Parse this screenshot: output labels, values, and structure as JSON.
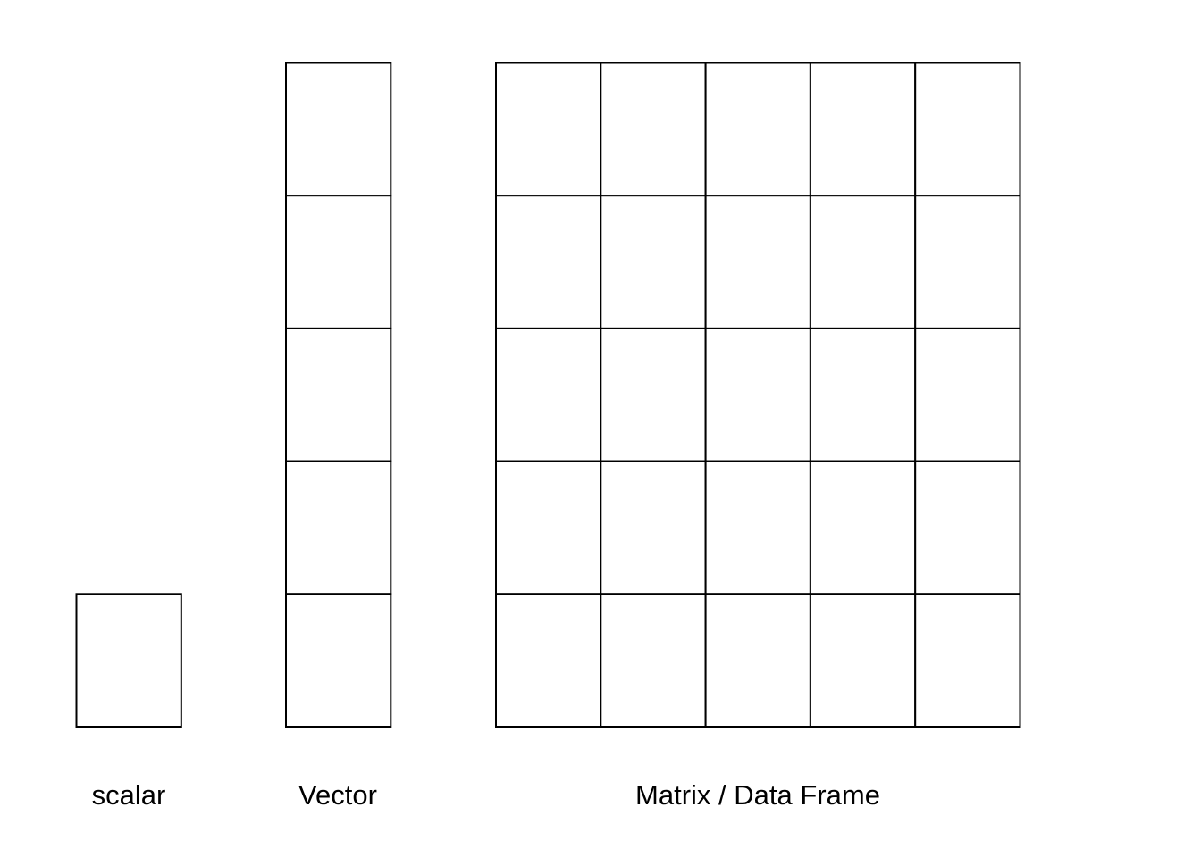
{
  "scalar": {
    "label": "scalar",
    "rows": 1,
    "cols": 1
  },
  "vector": {
    "label": "Vector",
    "rows": 5,
    "cols": 1
  },
  "matrix": {
    "label": "Matrix / Data Frame",
    "rows": 5,
    "cols": 5
  },
  "colors": {
    "cell_fill": "#ffffff",
    "cell_stroke": "#000000",
    "text": "#000000"
  }
}
